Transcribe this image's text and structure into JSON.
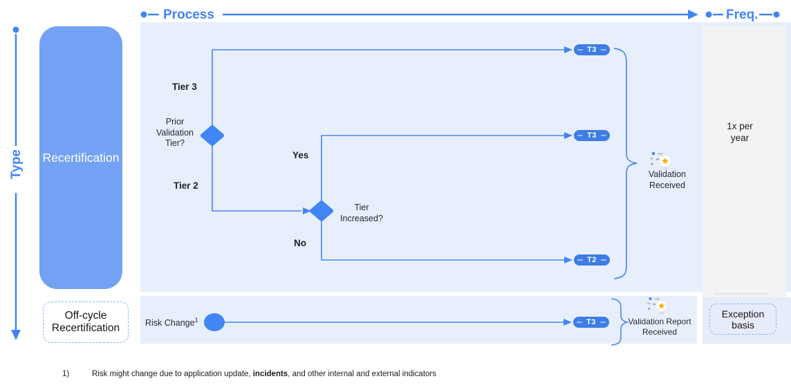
{
  "axes": {
    "process_label": "Process",
    "freq_label": "Freq.",
    "type_label": "Type"
  },
  "type_column": {
    "recertification_label": "Recertification",
    "off_cycle_label": "Off-cycle Recertification"
  },
  "flow": {
    "tier3_label": "Tier 3",
    "tier2_label": "Tier 2",
    "prior_tier_question": "Prior Validation Tier?",
    "yes_label": "Yes",
    "no_label": "No",
    "tier_increased_question": "Tier Increased?",
    "pill_top": "T3",
    "pill_middle": "T3",
    "pill_bottom": "T2",
    "validation_received_label": "Validation Received"
  },
  "off_cycle_row": {
    "risk_change_label": "Risk Change",
    "footnote_ref": "1",
    "pill": "T3",
    "validation_report_label": "Validation Report Received"
  },
  "freq_column": {
    "yearly_label": "1x per year",
    "exception_label": "Exception basis"
  },
  "footnote": {
    "marker": "1)",
    "text_before_bold": "Risk might change due to application update, ",
    "bold_text": "incidents",
    "text_after_bold": ", and other internal and external indicators"
  },
  "colors": {
    "accent_blue": "#4285f4",
    "pill_blue": "#3d7de4",
    "recert_box_blue": "#73a2f4",
    "flow_panel_bg": "#e8effc",
    "freq_panel_bg": "#f1f3f4",
    "exception_cell_bg": "#e6ecf9",
    "star_yellow": "#f9ab00"
  }
}
